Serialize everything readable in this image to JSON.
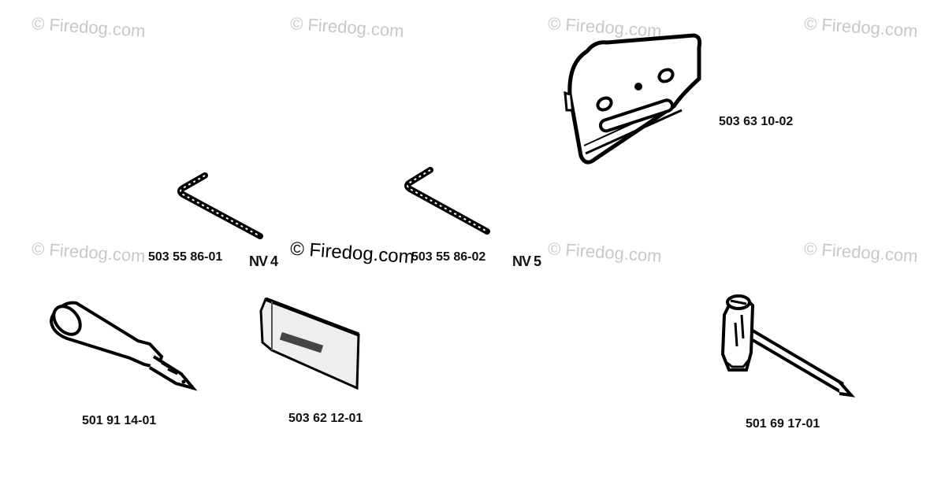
{
  "watermark": "© Firedog.com",
  "parts": [
    {
      "number": "503 63 10-02",
      "item": "chain-guard-plate"
    },
    {
      "number": "503 55 86-01",
      "suffix": "NV 4",
      "item": "hex-key-4"
    },
    {
      "number": "503 55 86-02",
      "suffix": "NV 5",
      "item": "hex-key-5"
    },
    {
      "number": "501 91 14-01",
      "item": "grease-gun"
    },
    {
      "number": "503 62 12-01",
      "item": "guide-bar-cover"
    },
    {
      "number": "501 69 17-01",
      "item": "combination-spanner"
    }
  ],
  "colors": {
    "ink": "#111111",
    "watermark": "#c8c8c8"
  }
}
